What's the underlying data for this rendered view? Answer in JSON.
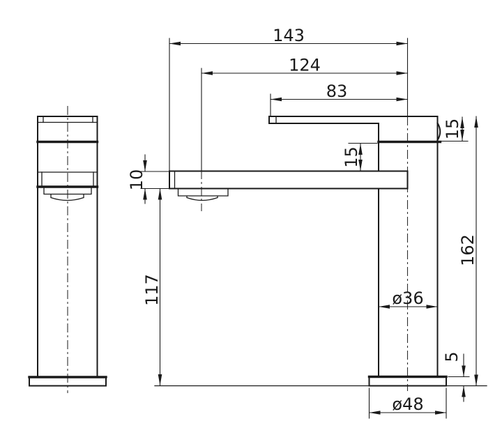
{
  "drawing": {
    "kind": "technical-dimension-drawing",
    "colors": {
      "line": "#1a1a1a",
      "background": "#ffffff"
    },
    "dimensions": {
      "d143": {
        "label": "143"
      },
      "d124": {
        "label": "124"
      },
      "d83": {
        "label": "83"
      },
      "d15_handle": {
        "label": "15"
      },
      "d15_neck": {
        "label": "15"
      },
      "d10": {
        "label": "10"
      },
      "d117": {
        "label": "117"
      },
      "d162": {
        "label": "162"
      },
      "dia36": {
        "label": "ø36"
      },
      "d5": {
        "label": "5"
      },
      "dia48": {
        "label": "ø48"
      }
    }
  }
}
